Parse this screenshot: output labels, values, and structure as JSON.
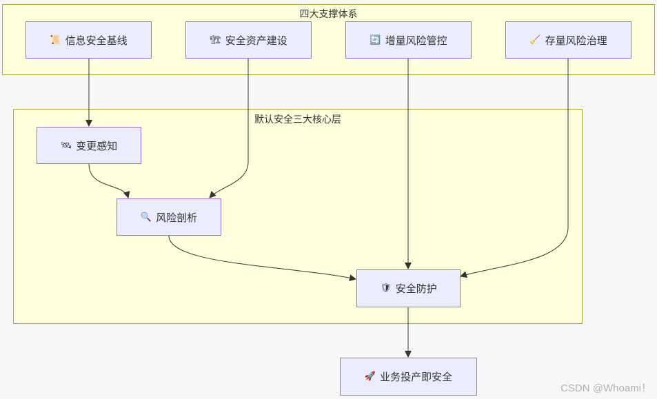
{
  "clusters": {
    "pillars": {
      "title": "四大支撑体系"
    },
    "core": {
      "title": "默认安全三大核心层"
    }
  },
  "nodes": {
    "info_baseline": {
      "icon": "📜",
      "icon_name": "scroll-icon",
      "label": "信息安全基线"
    },
    "asset_build": {
      "icon": "🏗",
      "icon_name": "construction-icon",
      "label": "安全资产建设"
    },
    "incr_risk": {
      "icon": "🔄",
      "icon_name": "refresh-icon",
      "label": "增量风险管控"
    },
    "stock_risk": {
      "icon": "🧹",
      "icon_name": "broom-icon",
      "label": "存量风险治理"
    },
    "change_aware": {
      "icon": "🛰",
      "icon_name": "satellite-icon",
      "label": "变更感知"
    },
    "risk_analysis": {
      "icon": "🔍",
      "icon_name": "magnifier-icon",
      "label": "风险剖析"
    },
    "protection": {
      "icon": "🛡",
      "icon_name": "shield-icon",
      "label": "安全防护"
    },
    "launch_secure": {
      "icon": "🚀",
      "icon_name": "rocket-icon",
      "label": "业务投产即安全"
    }
  },
  "watermark": "CSDN @Whoami！",
  "colors": {
    "cluster_fill": "#ffffde",
    "cluster_border": "#aaaa33",
    "node_fill": "#ececff",
    "node_border": "#9370db",
    "edge": "#333333"
  }
}
